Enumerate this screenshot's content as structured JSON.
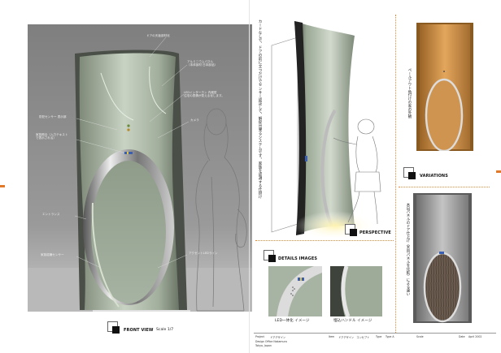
{
  "front": {
    "title": "FRONT VIEW",
    "scale": "Scale 1/7",
    "annotations": [
      "ドアの天板部材化",
      "アルミニウムパネル\n（本体部材 日本部品）",
      "LEDインターホン 内蔵型\n住宅の表情が見える化します。",
      "防犯センサー 表示部",
      "カメラ",
      "家族照合（入力テキスト\nで表示される）",
      "エントランス",
      "家族認識センサー",
      "アクセントLEDライン"
    ]
  },
  "perspective": {
    "title": "PERSPECTIVE",
    "vertical_text": "カードなしで、ドアの前に立つだけでセンサー認証して、解錠出来るシステムです。家族を認識する仕掛け"
  },
  "details": {
    "title": "DETAILS IMAGES",
    "captions": [
      "LED一体化 イメージ",
      "埋込ハンドル イメージ"
    ]
  },
  "variations": {
    "title": "VARIATIONS",
    "vertical_text_1": "ペールアウト色付けの家の外観",
    "vertical_text_2": "木目パネルのドア仕上げ（木目パネルを化粧）による違い"
  },
  "footer": {
    "project_label": "Project",
    "project_value": "ドアデザイン",
    "item_label": "Item",
    "item_value": "ドアデザイン　コンセプト",
    "type_label": "Type",
    "type_value": "Type A",
    "scale_label": "Scale",
    "date_label": "Date",
    "date_value": "April 2002",
    "company": "Design Office Nakamura",
    "address": "Tokyo, Japan"
  },
  "colors": {
    "accent_orange": "#e07a2a",
    "door_green": "#a9b5a1",
    "variation_orange": "#c98a42",
    "variation_grey": "#9a9a9a",
    "wall_grey": "#8e8e8e"
  }
}
